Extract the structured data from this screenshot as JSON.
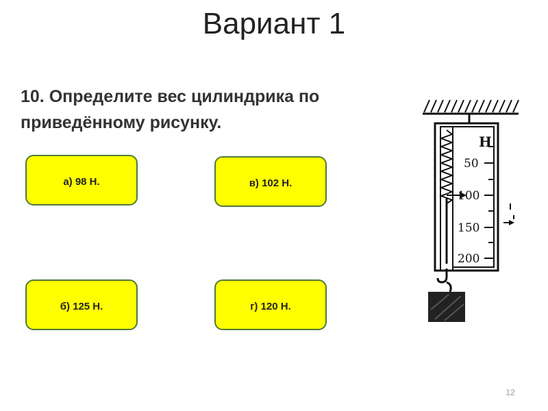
{
  "title": "Вариант 1",
  "question": "10. Определите вес цилиндрика по приведённому рисунку.",
  "answers": {
    "a": "а) 98 Н.",
    "v": "в) 102 Н.",
    "b": "б) 125 Н.",
    "g": "г) 120 Н."
  },
  "figure": {
    "unit_label": "Н",
    "scale_labels": [
      "50",
      "100",
      "150",
      "200"
    ],
    "pointer_reading": 100
  },
  "colors": {
    "answer_fill": "#ffff00",
    "answer_border": "#4f7a3a"
  },
  "page_number": "12"
}
